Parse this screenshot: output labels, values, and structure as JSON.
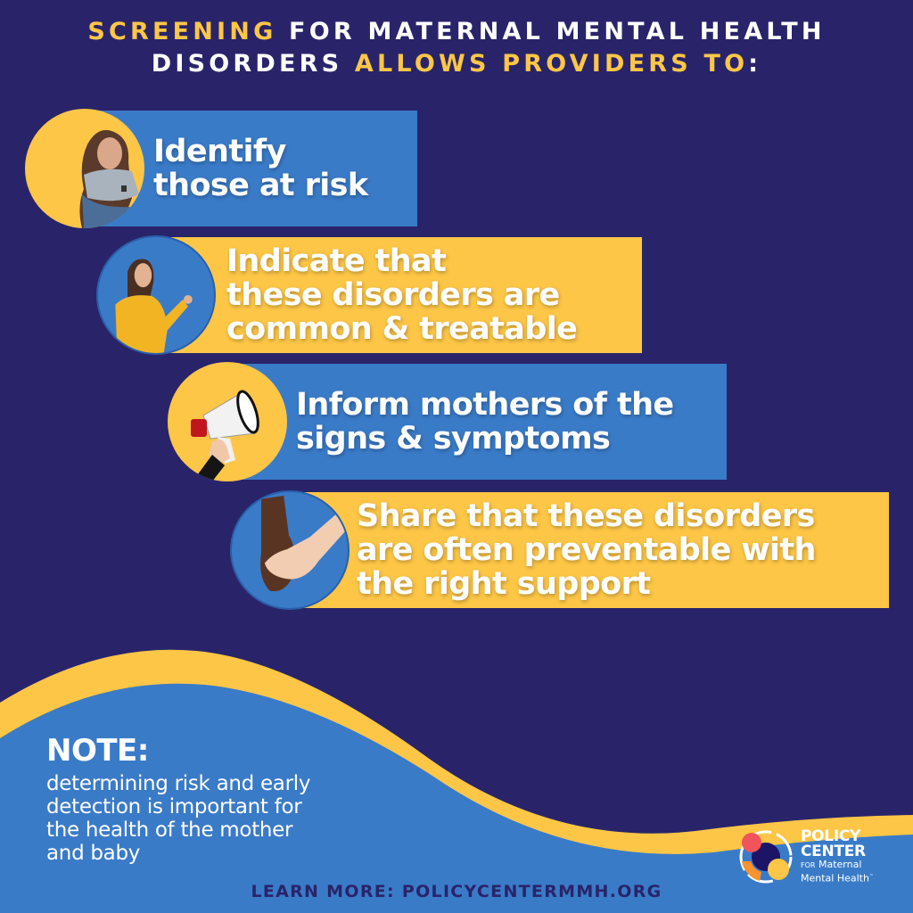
{
  "headline": {
    "line1_highlight": "SCREENING",
    "line1_rest": " FOR MATERNAL MENTAL HEALTH",
    "line2_start": "DISORDERS ",
    "line2_highlight": "ALLOWS PROVIDERS TO",
    "line2_end": ":"
  },
  "items": [
    {
      "image": "woman-sitting-sad-icon",
      "bar_color": "blue",
      "circle_color": "yellow",
      "lines": [
        "Identify",
        "those at risk"
      ]
    },
    {
      "image": "woman-pointing-icon",
      "bar_color": "yellow",
      "circle_color": "blue",
      "lines": [
        "Indicate that",
        "these disorders are",
        "common & treatable"
      ]
    },
    {
      "image": "megaphone-icon",
      "bar_color": "blue",
      "circle_color": "yellow",
      "lines": [
        "Inform mothers of the",
        "signs & symptoms"
      ]
    },
    {
      "image": "holding-hands-icon",
      "bar_color": "yellow",
      "circle_color": "blue",
      "lines": [
        "Share that these disorders",
        "are often preventable with",
        "the right support"
      ]
    }
  ],
  "note": {
    "title": "NOTE:",
    "lines": [
      "determining risk and early",
      "detection is important for",
      "the health of the mother",
      "and baby"
    ]
  },
  "learn_more": "LEARN MORE: POLICYCENTERMMH.ORG",
  "logo": {
    "line1": "POLICY",
    "line2": "CENTER",
    "for": "FOR",
    "line3": "Maternal",
    "line4": "Mental Health",
    "tm": "™"
  },
  "colors": {
    "background": "#29246a",
    "blue": "#3a7bc8",
    "yellow": "#fdc646",
    "coral": "#f2545b",
    "orange": "#f6932f"
  }
}
